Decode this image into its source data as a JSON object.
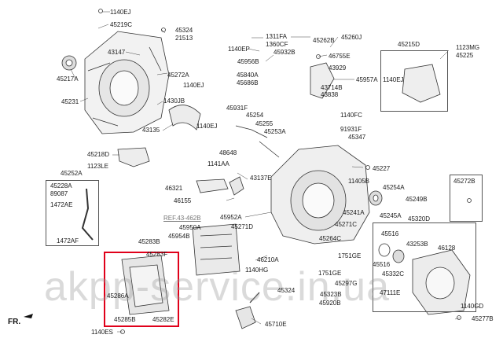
{
  "watermark": "akpp-service.in.ua",
  "direction_label": "FR.",
  "ref_label": "REF.43-462B",
  "boxes": {
    "inset_right_label": "45272B"
  },
  "labels": {
    "l1140EJ_top": "1140EJ",
    "l45219C": "45219C",
    "l45324_top": "45324",
    "l21513": "21513",
    "l43147": "43147",
    "l45217A": "45217A",
    "l45272A": "45272A",
    "l1140EJ_mid": "1140EJ",
    "l45231": "45231",
    "l1430JB": "1430JB",
    "l43135": "43135",
    "l1140EJ_low": "1140EJ",
    "l45218D": "45218D",
    "l1123LE": "1123LE",
    "l45252A": "45252A",
    "l45228A": "45228A",
    "l89087": "89087",
    "l1472AE": "1472AE",
    "l1472AF": "1472AF",
    "l1311FA": "1311FA",
    "l1360CF": "1360CF",
    "l45262B": "45262B",
    "l45260J": "45260J",
    "l1140EP": "1140EP",
    "l45932B": "45932B",
    "l45956B": "45956B",
    "l46755E": "46755E",
    "l45840A": "45840A",
    "l45686B": "45686B",
    "l43929": "43929",
    "l45957A": "45957A",
    "l43714B": "43714B",
    "l43838": "43838",
    "l45215D": "45215D",
    "l1123MG": "1123MG",
    "l45225": "45225",
    "l1140EJ_right": "1140EJ",
    "l45931F": "45931F",
    "l45254": "45254",
    "l45255": "45255",
    "l45253A": "45253A",
    "l1140FC": "1140FC",
    "l91931F": "91931F",
    "l45347": "45347",
    "l48648": "48648",
    "l1141AA": "1141AA",
    "l43137E": "43137E",
    "l45227": "45227",
    "l11405B": "11405B",
    "l46321": "46321",
    "l46155": "46155",
    "l45254A": "45254A",
    "l45249B": "45249B",
    "l45950A": "45950A",
    "l45952A": "45952A",
    "l45241A": "45241A",
    "l45245A": "45245A",
    "l45320D": "45320D",
    "l45271D": "45271D",
    "l45271C": "45271C",
    "l45954B": "45954B",
    "l45283B": "45283B",
    "l45283F": "45283F",
    "l46210A": "46210A",
    "l45264C": "45264C",
    "l45516_a": "45516",
    "l43253B": "43253B",
    "l46128": "46128",
    "l1751GE_a": "1751GE",
    "l45516_b": "45516",
    "l1140HG": "1140HG",
    "l1751GE_b": "1751GE",
    "l45332C": "45332C",
    "l45286A": "45286A",
    "l45297G": "45297G",
    "l45324_low": "45324",
    "l45323B": "45323B",
    "l47111E": "47111E",
    "l45285B": "45285B",
    "l45282E": "45282E",
    "l45920B": "45920B",
    "l1140GD": "1140GD",
    "l45710E": "45710E",
    "l45277B": "45277B",
    "l1140ES": "1140ES"
  }
}
